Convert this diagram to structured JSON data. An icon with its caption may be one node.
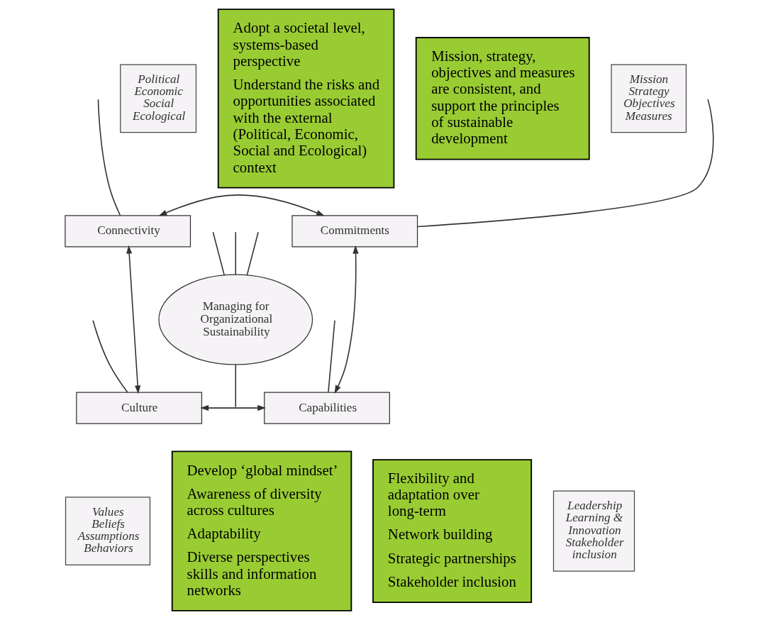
{
  "diagram": {
    "nodes": [
      {
        "text": [
          "Political",
          "Economic",
          "Social",
          "Ecological"
        ]
      },
      {
        "text": [
          "Adopt a societal level, systems-based perspective",
          "Understand the risks and opportunities associated with the external (Political, Economic, Social and Ecological) context"
        ]
      },
      {
        "text": [
          "Mission, strategy, objectives and measures are consistent, and support the principles of sustainable development"
        ]
      },
      {
        "text": [
          "Mission",
          "Strategy",
          "Objectives",
          "Measures"
        ]
      },
      {
        "text": [
          "Connectivity"
        ]
      },
      {
        "text": [
          "Commitments"
        ]
      },
      {
        "text": [
          "Managing for Organizational Sustainability"
        ]
      },
      {
        "text": [
          "Culture"
        ]
      },
      {
        "text": [
          "Capabilities"
        ]
      },
      {
        "text": [
          "Values",
          "Beliefs",
          "Assumptions",
          "Behaviors"
        ]
      },
      {
        "text": [
          "Develop ‘global mindset’",
          "Awareness of diversity across cultures",
          "Adaptability",
          "Diverse perspectives skills and information networks"
        ]
      },
      {
        "text": [
          "Flexibility and adaptation over long-term",
          "Network building",
          "Strategic partnerships",
          "Stakeholder inclusion"
        ]
      },
      {
        "text": [
          "Leadership",
          "Learning &",
          "Innovation",
          "Stakeholder",
          "inclusion"
        ]
      }
    ],
    "edges": [
      {
        "from": 4,
        "to": 5,
        "arrow": "both"
      },
      {
        "from": 4,
        "to": 7,
        "arrow": "both"
      },
      {
        "from": 5,
        "to": 8,
        "arrow": "both"
      },
      {
        "from": 7,
        "to": 8,
        "arrow": "both"
      },
      {
        "from": null,
        "to": 4,
        "arrow": "none"
      },
      {
        "from": null,
        "to": 6,
        "arrow": "none"
      },
      {
        "from": null,
        "to": 7,
        "arrow": "none"
      },
      {
        "from": null,
        "to": 5,
        "arrow": "none"
      },
      {
        "from": null,
        "to": 6,
        "arrow": "none"
      },
      {
        "from": null,
        "to": 8,
        "arrow": "none"
      },
      {
        "from": null,
        "to": 6,
        "arrow": "none"
      },
      {
        "from": 6,
        "to": null,
        "arrow": "none"
      }
    ]
  }
}
